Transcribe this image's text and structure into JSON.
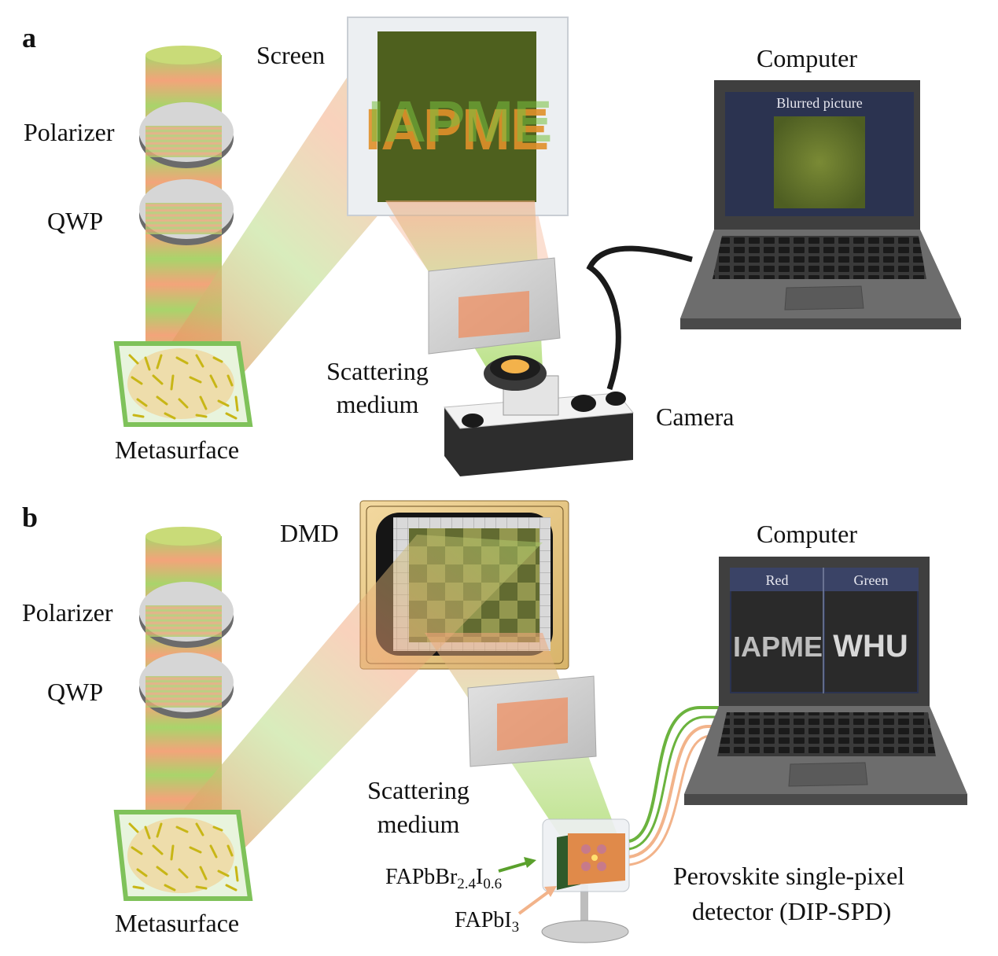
{
  "panel_a": {
    "letter": "a",
    "labels": {
      "screen": "Screen",
      "computer": "Computer",
      "polarizer": "Polarizer",
      "qwp": "QWP",
      "scattering_line1": "Scattering",
      "scattering_line2": "medium",
      "camera": "Camera",
      "metasurface": "Metasurface"
    },
    "screen_image_text": "IAPME",
    "laptop_screen_title": "Blurred picture"
  },
  "panel_b": {
    "letter": "b",
    "labels": {
      "dmd": "DMD",
      "computer": "Computer",
      "polarizer": "Polarizer",
      "qwp": "QWP",
      "scattering_line1": "Scattering",
      "scattering_line2": "medium",
      "metasurface": "Metasurface",
      "detector_line1": "Perovskite single-pixel",
      "detector_line2": "detector (DIP-SPD)"
    },
    "material_green": {
      "base": "FAPbBr",
      "sub1": "2.4",
      "mid": "I",
      "sub2": "0.6"
    },
    "material_orange": {
      "base": "FAPbI",
      "sub1": "3"
    },
    "laptop_screen_headers": [
      "Red",
      "Green"
    ],
    "laptop_screen_images": [
      "IAPME",
      "WHU"
    ]
  },
  "colors": {
    "beam_green": "#8fcf3c",
    "beam_orange": "#f08a5a",
    "laptop_body": "#5a5a5a",
    "laptop_screen": "#2b3350",
    "metasurface_frame": "#7fc25a"
  }
}
